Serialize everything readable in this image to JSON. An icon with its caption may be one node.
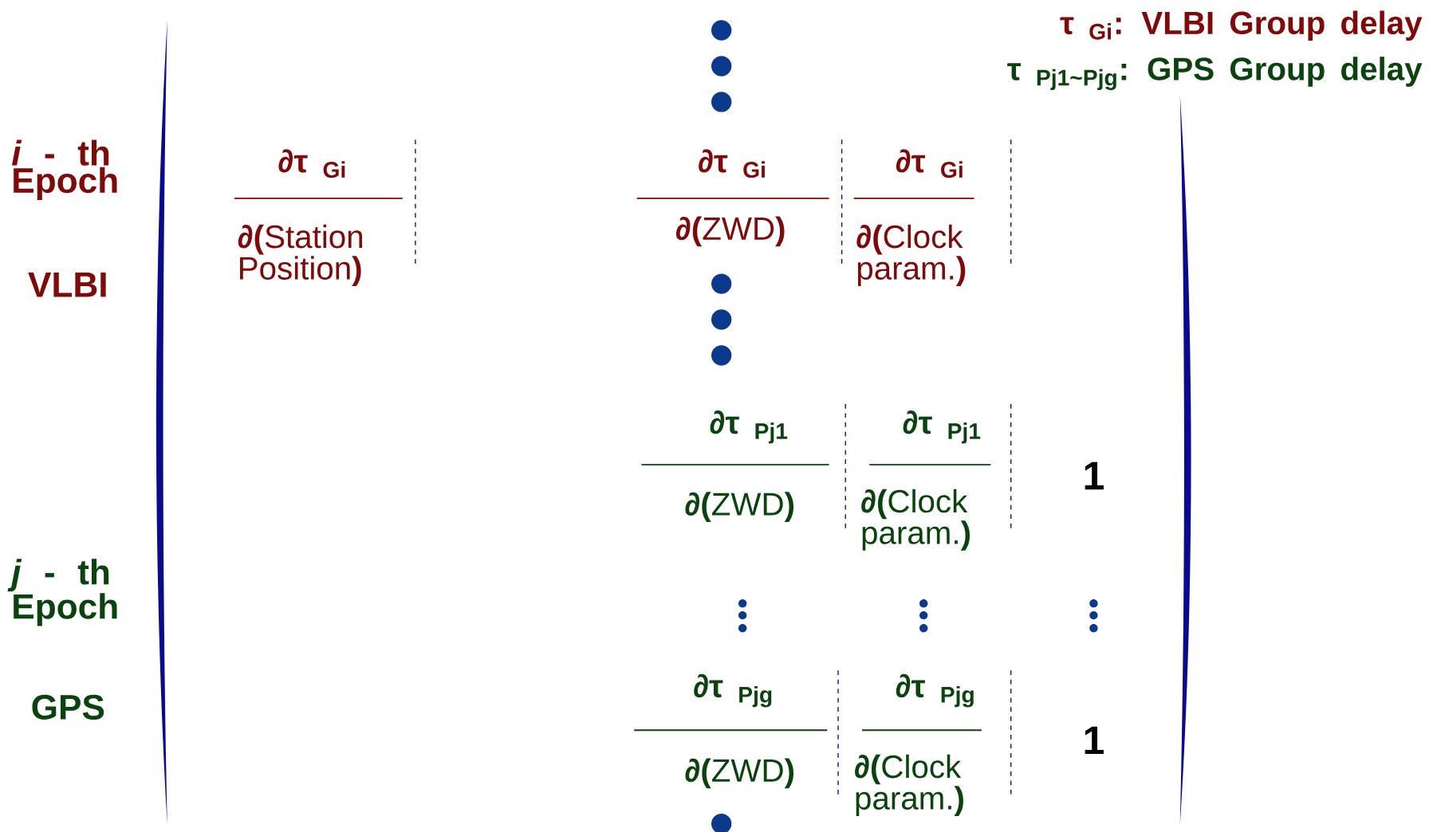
{
  "diagram": {
    "labels": [
      "τ $_{Gi}$: VLBI Group delay",
      "τ $_{Pj1~Pjg}$: GPS Group delay",
      "*i* - th Epoch",
      "VLBI",
      "∂τ $_{Gi}$",
      "**∂(**Station Position**)**",
      "∂τ $_{Gi}$",
      "**∂(**ZWD**)**",
      "∂τ $_{Gi}$",
      "**∂(**Clock param.**)**",
      "∂τ $_{Pj1}$",
      "**∂(**ZWD**)**",
      "∂τ $_{Pj1}$",
      "**∂(**Clock param.**)**",
      "1",
      "*j* - th Epoch",
      "GPS",
      "∂τ $_{Pjg}$",
      "**∂(**ZWD**)**",
      "∂τ $_{Pjg}$",
      "**∂(**Clock param.**)**",
      "1"
    ]
  }
}
